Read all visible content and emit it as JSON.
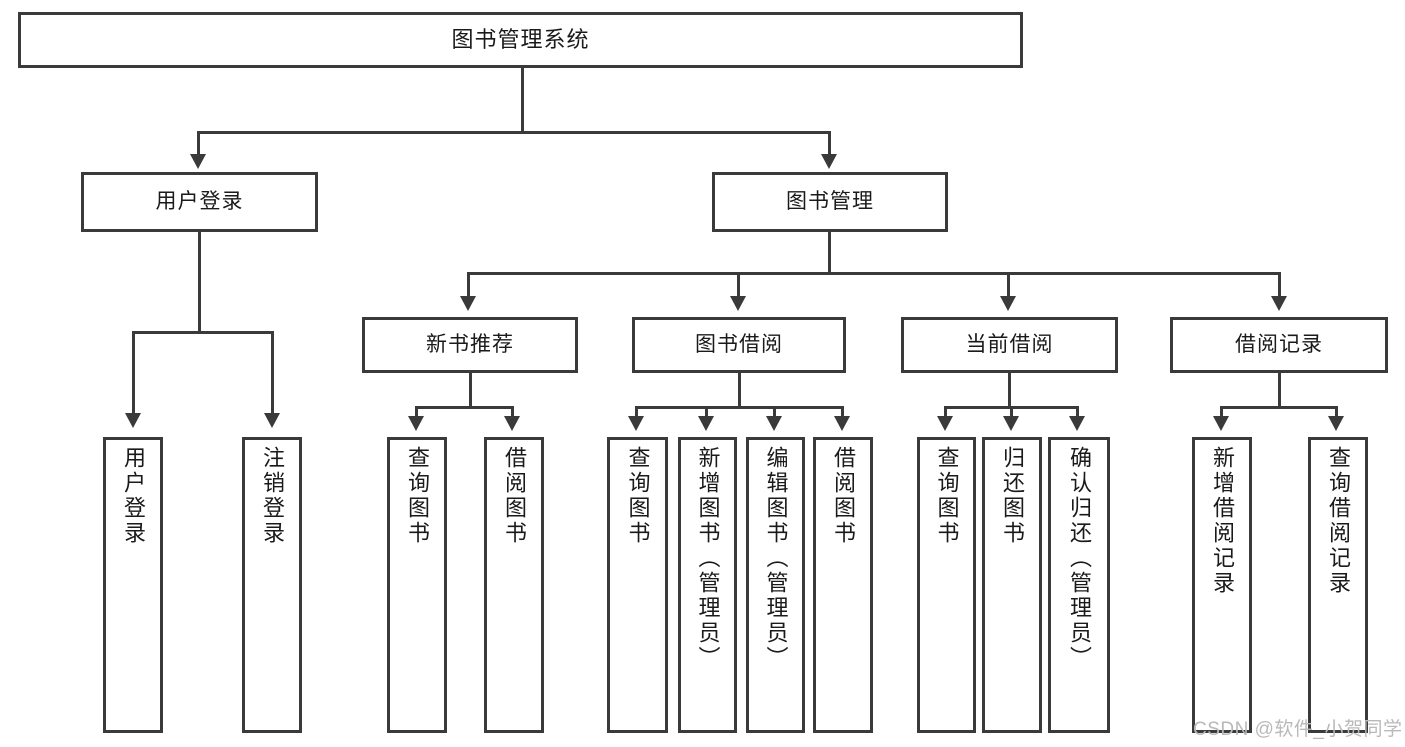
{
  "diagram": {
    "type": "tree-hierarchy",
    "title": "图书管理系统",
    "root": {
      "id": "root",
      "label": "图书管理系统"
    },
    "level2": [
      {
        "id": "user-login",
        "label": "用户登录"
      },
      {
        "id": "book-manage",
        "label": "图书管理"
      }
    ],
    "level3": [
      {
        "id": "new-book-recommend",
        "label": "新书推荐",
        "parent": "book-manage"
      },
      {
        "id": "book-borrow",
        "label": "图书借阅",
        "parent": "book-manage"
      },
      {
        "id": "current-borrow",
        "label": "当前借阅",
        "parent": "book-manage"
      },
      {
        "id": "borrow-record",
        "label": "借阅记录",
        "parent": "book-manage"
      }
    ],
    "leaves": {
      "user_login": [
        {
          "id": "leaf-user-login",
          "label": "用户登录"
        },
        {
          "id": "leaf-logout-login",
          "label": "注销登录"
        }
      ],
      "new_book_recommend": [
        {
          "id": "leaf-query-book-1",
          "label": "查询图书"
        },
        {
          "id": "leaf-borrow-book-1",
          "label": "借阅图书"
        }
      ],
      "book_borrow": [
        {
          "id": "leaf-query-book-2",
          "label": "查询图书"
        },
        {
          "id": "leaf-add-book",
          "label": "新增图书（管理员）"
        },
        {
          "id": "leaf-edit-book",
          "label": "编辑图书（管理员）"
        },
        {
          "id": "leaf-borrow-book-2",
          "label": "借阅图书"
        }
      ],
      "current_borrow": [
        {
          "id": "leaf-query-book-3",
          "label": "查询图书"
        },
        {
          "id": "leaf-return-book",
          "label": "归还图书"
        },
        {
          "id": "leaf-confirm-return",
          "label": "确认归还（管理员）"
        }
      ],
      "borrow_record": [
        {
          "id": "leaf-add-record",
          "label": "新增借阅记录"
        },
        {
          "id": "leaf-query-record",
          "label": "查询借阅记录"
        }
      ]
    },
    "watermark": "CSDN @软件_小贺同学",
    "colors": {
      "stroke": "#3a3a3a",
      "fill": "#ffffff",
      "text": "#1a1a1a",
      "watermark": "#b9b9b9"
    }
  }
}
